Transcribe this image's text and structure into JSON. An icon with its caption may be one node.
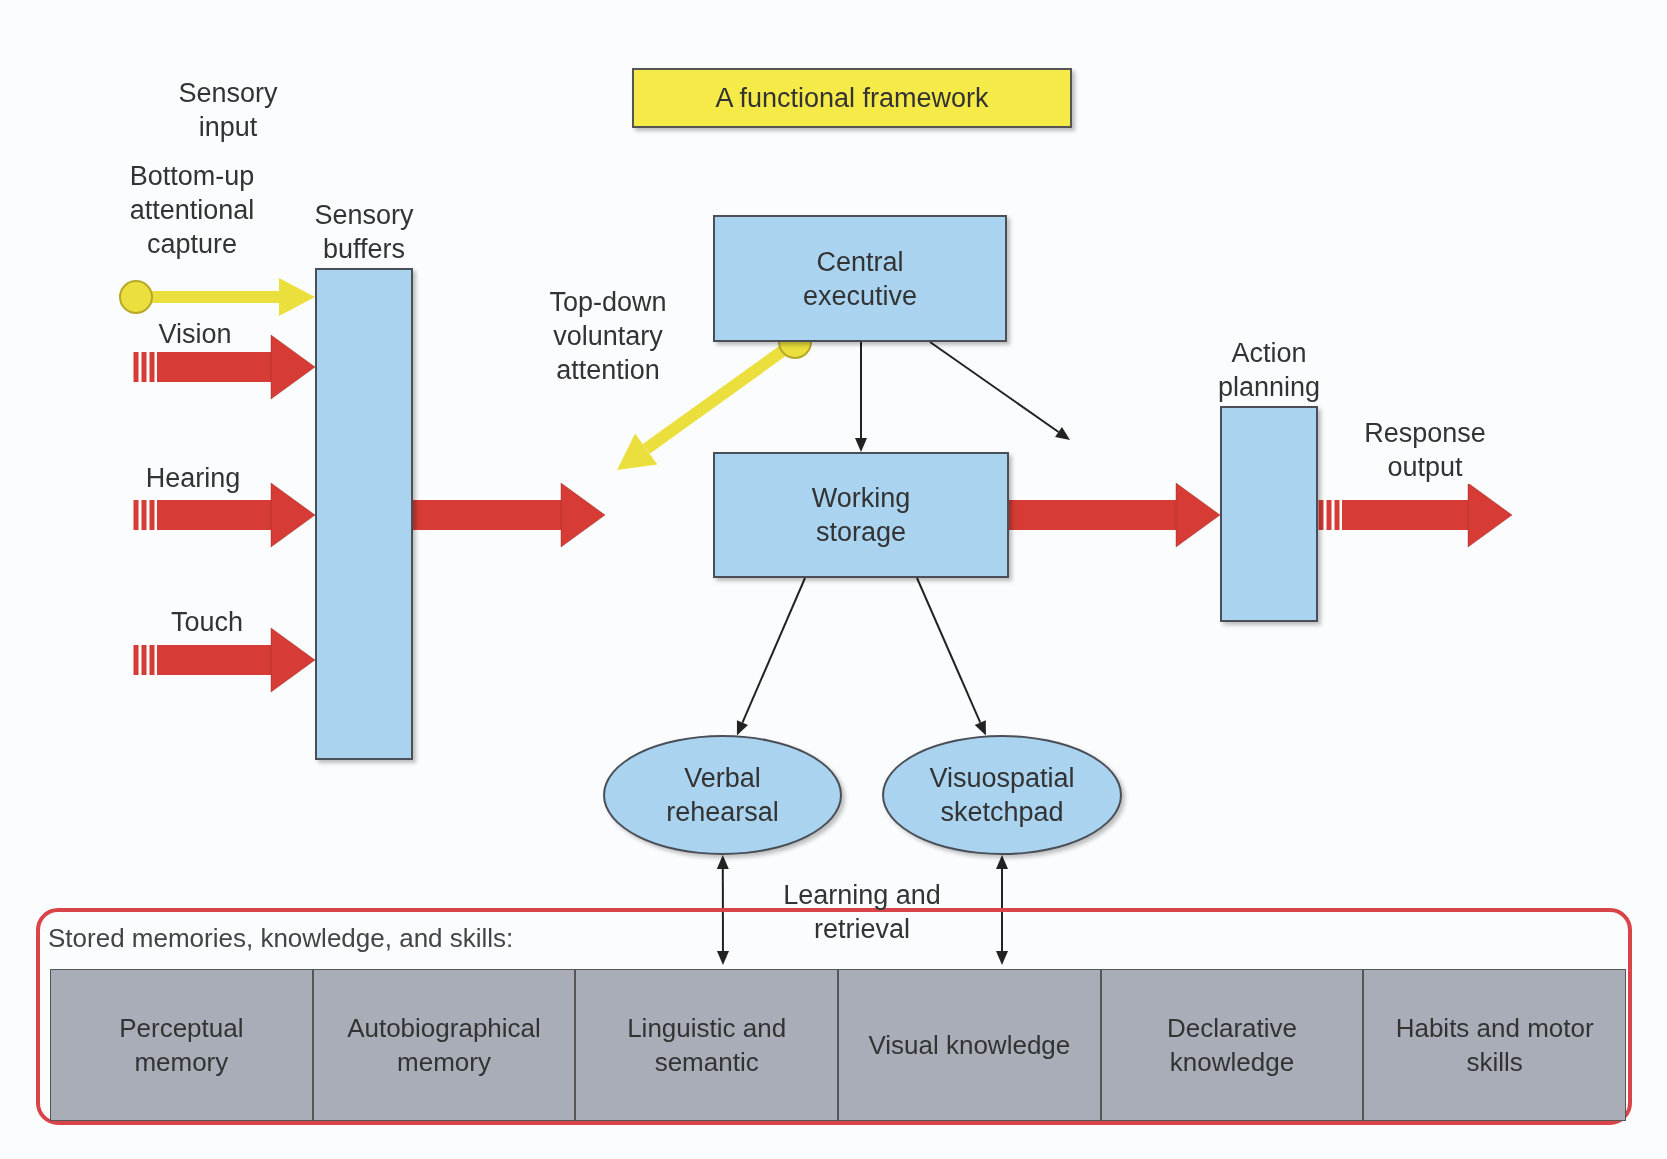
{
  "diagram": {
    "title": "A functional framework",
    "nodes": [
      {
        "text": [
          "Sensory buffers"
        ]
      },
      {
        "text": [
          "Central executive"
        ]
      },
      {
        "text": [
          "Working storage"
        ]
      },
      {
        "text": [
          "Action planning"
        ]
      },
      {
        "text": [
          "Verbal rehearsal"
        ]
      },
      {
        "text": [
          "Visuospatial sketchpad"
        ]
      },
      {
        "text": [
          "Stored memories, knowledge, and skills:"
        ]
      },
      {
        "text": [
          "Perceptual memory"
        ],
        "in": 6
      },
      {
        "text": [
          "Autobiographical memory"
        ],
        "in": 6
      },
      {
        "text": [
          "Linguistic and semantic"
        ],
        "in": 6
      },
      {
        "text": [
          "Visual knowledge"
        ],
        "in": 6
      },
      {
        "text": [
          "Declarative knowledge"
        ],
        "in": 6
      },
      {
        "text": [
          "Habits and motor skills"
        ],
        "in": 6
      }
    ],
    "edges": [
      {
        "from": null,
        "to": 0,
        "arrow": "to",
        "color": "#eadf3c"
      },
      {
        "from": null,
        "to": 0,
        "arrow": "to",
        "style": "thick",
        "color": "#d63c35",
        "label": "Vision"
      },
      {
        "from": null,
        "to": 0,
        "arrow": "to",
        "style": "thick",
        "color": "#d63c35",
        "label": "Hearing"
      },
      {
        "from": null,
        "to": 0,
        "arrow": "to",
        "style": "thick",
        "color": "#d63c35",
        "label": "Touch"
      },
      {
        "from": 0,
        "to": null,
        "arrow": "to",
        "style": "thick",
        "color": "#d63c35"
      },
      {
        "from": 1,
        "to": null,
        "arrow": "to",
        "color": "#eadf3c"
      },
      {
        "from": 1,
        "to": 2,
        "arrow": "to",
        "color": "#222222"
      },
      {
        "from": 1,
        "to": null,
        "arrow": "to",
        "color": "#222222"
      },
      {
        "from": 2,
        "to": 3,
        "arrow": "to",
        "style": "thick",
        "color": "#d63c35"
      },
      {
        "from": 3,
        "to": null,
        "arrow": "to",
        "style": "thick",
        "color": "#d63c35",
        "label": "Response output"
      },
      {
        "from": 2,
        "to": 4,
        "arrow": "to",
        "color": "#222222"
      },
      {
        "from": 2,
        "to": 5,
        "arrow": "to",
        "color": "#222222"
      },
      {
        "from": 4,
        "to": 9,
        "arrow": "both",
        "color": "#222222"
      },
      {
        "from": 5,
        "to": 10,
        "arrow": "both",
        "color": "#222222"
      }
    ],
    "labels": [
      "Sensory input",
      "Bottom-up attentional capture",
      "Top-down voluntary attention",
      "Learning and retrieval"
    ]
  }
}
